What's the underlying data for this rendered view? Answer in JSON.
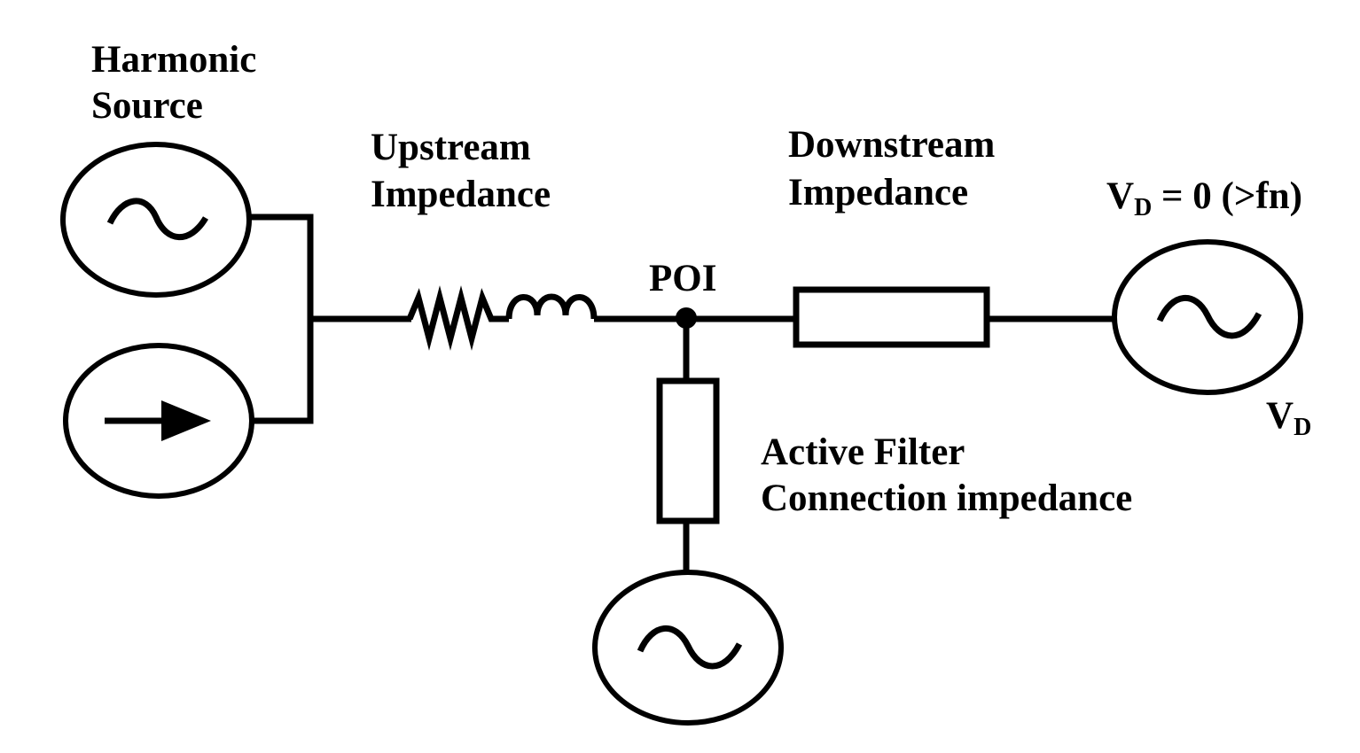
{
  "labels": {
    "harmonic_source_line1": "Harmonic",
    "harmonic_source_line2": "Source",
    "upstream_line1": "Upstream",
    "upstream_line2": "Impedance",
    "downstream_line1": "Downstream",
    "downstream_line2": "Impedance",
    "poi": "POI",
    "vd_condition_main": "V",
    "vd_condition_sub": "D",
    "vd_condition_rest": " = 0 (>fn)",
    "vd_main": "V",
    "vd_sub": "D",
    "active_filter_line1": "Active Filter",
    "active_filter_line2": "Connection impedance"
  },
  "icons": {
    "voltage_source": "sine-wave-icon",
    "current_source": "arrow-right-icon"
  },
  "colors": {
    "ink": "#000000",
    "background": "#ffffff"
  }
}
